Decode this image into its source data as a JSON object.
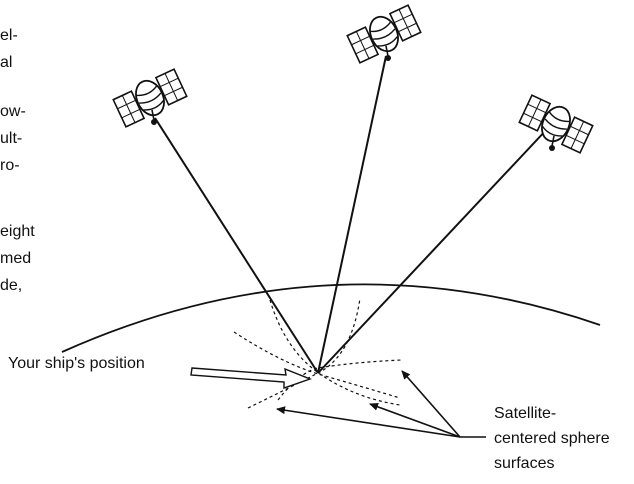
{
  "left_text_fragments": [
    "el-",
    "al",
    "ow-",
    "ult-",
    "ro-",
    "eight",
    "med",
    "de,"
  ],
  "labels": {
    "ship_position": "Your ship's position",
    "sphere_surfaces": [
      "Satellite-",
      "centered sphere",
      "surfaces"
    ]
  }
}
